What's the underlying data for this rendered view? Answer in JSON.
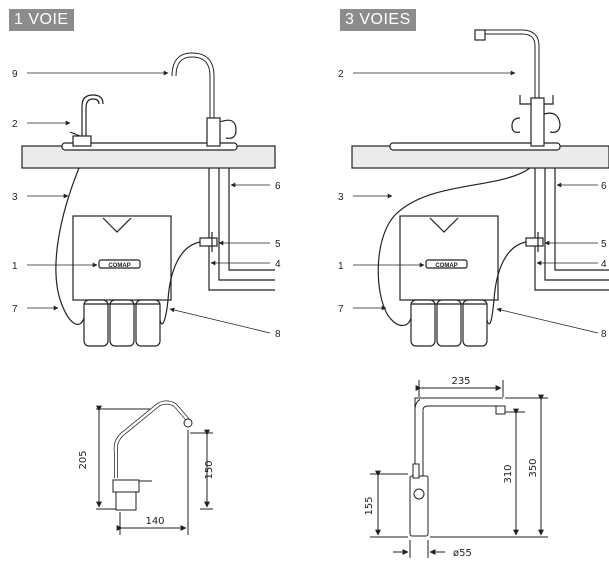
{
  "panels": {
    "left_title": "1 VOIE",
    "right_title": "3 VOIES"
  },
  "brand": "COMAP",
  "callouts_left": [
    "9",
    "2",
    "3",
    "1",
    "7",
    "6",
    "5",
    "4",
    "8"
  ],
  "callouts_right": [
    "2",
    "3",
    "1",
    "7",
    "6",
    "5",
    "4",
    "8"
  ],
  "dimensions_left": {
    "height": "205",
    "spout_height": "150",
    "reach": "140"
  },
  "dimensions_right": {
    "reach": "235",
    "base_height": "155",
    "spout_height": "310",
    "total_height": "350",
    "diameter": "ø55"
  }
}
